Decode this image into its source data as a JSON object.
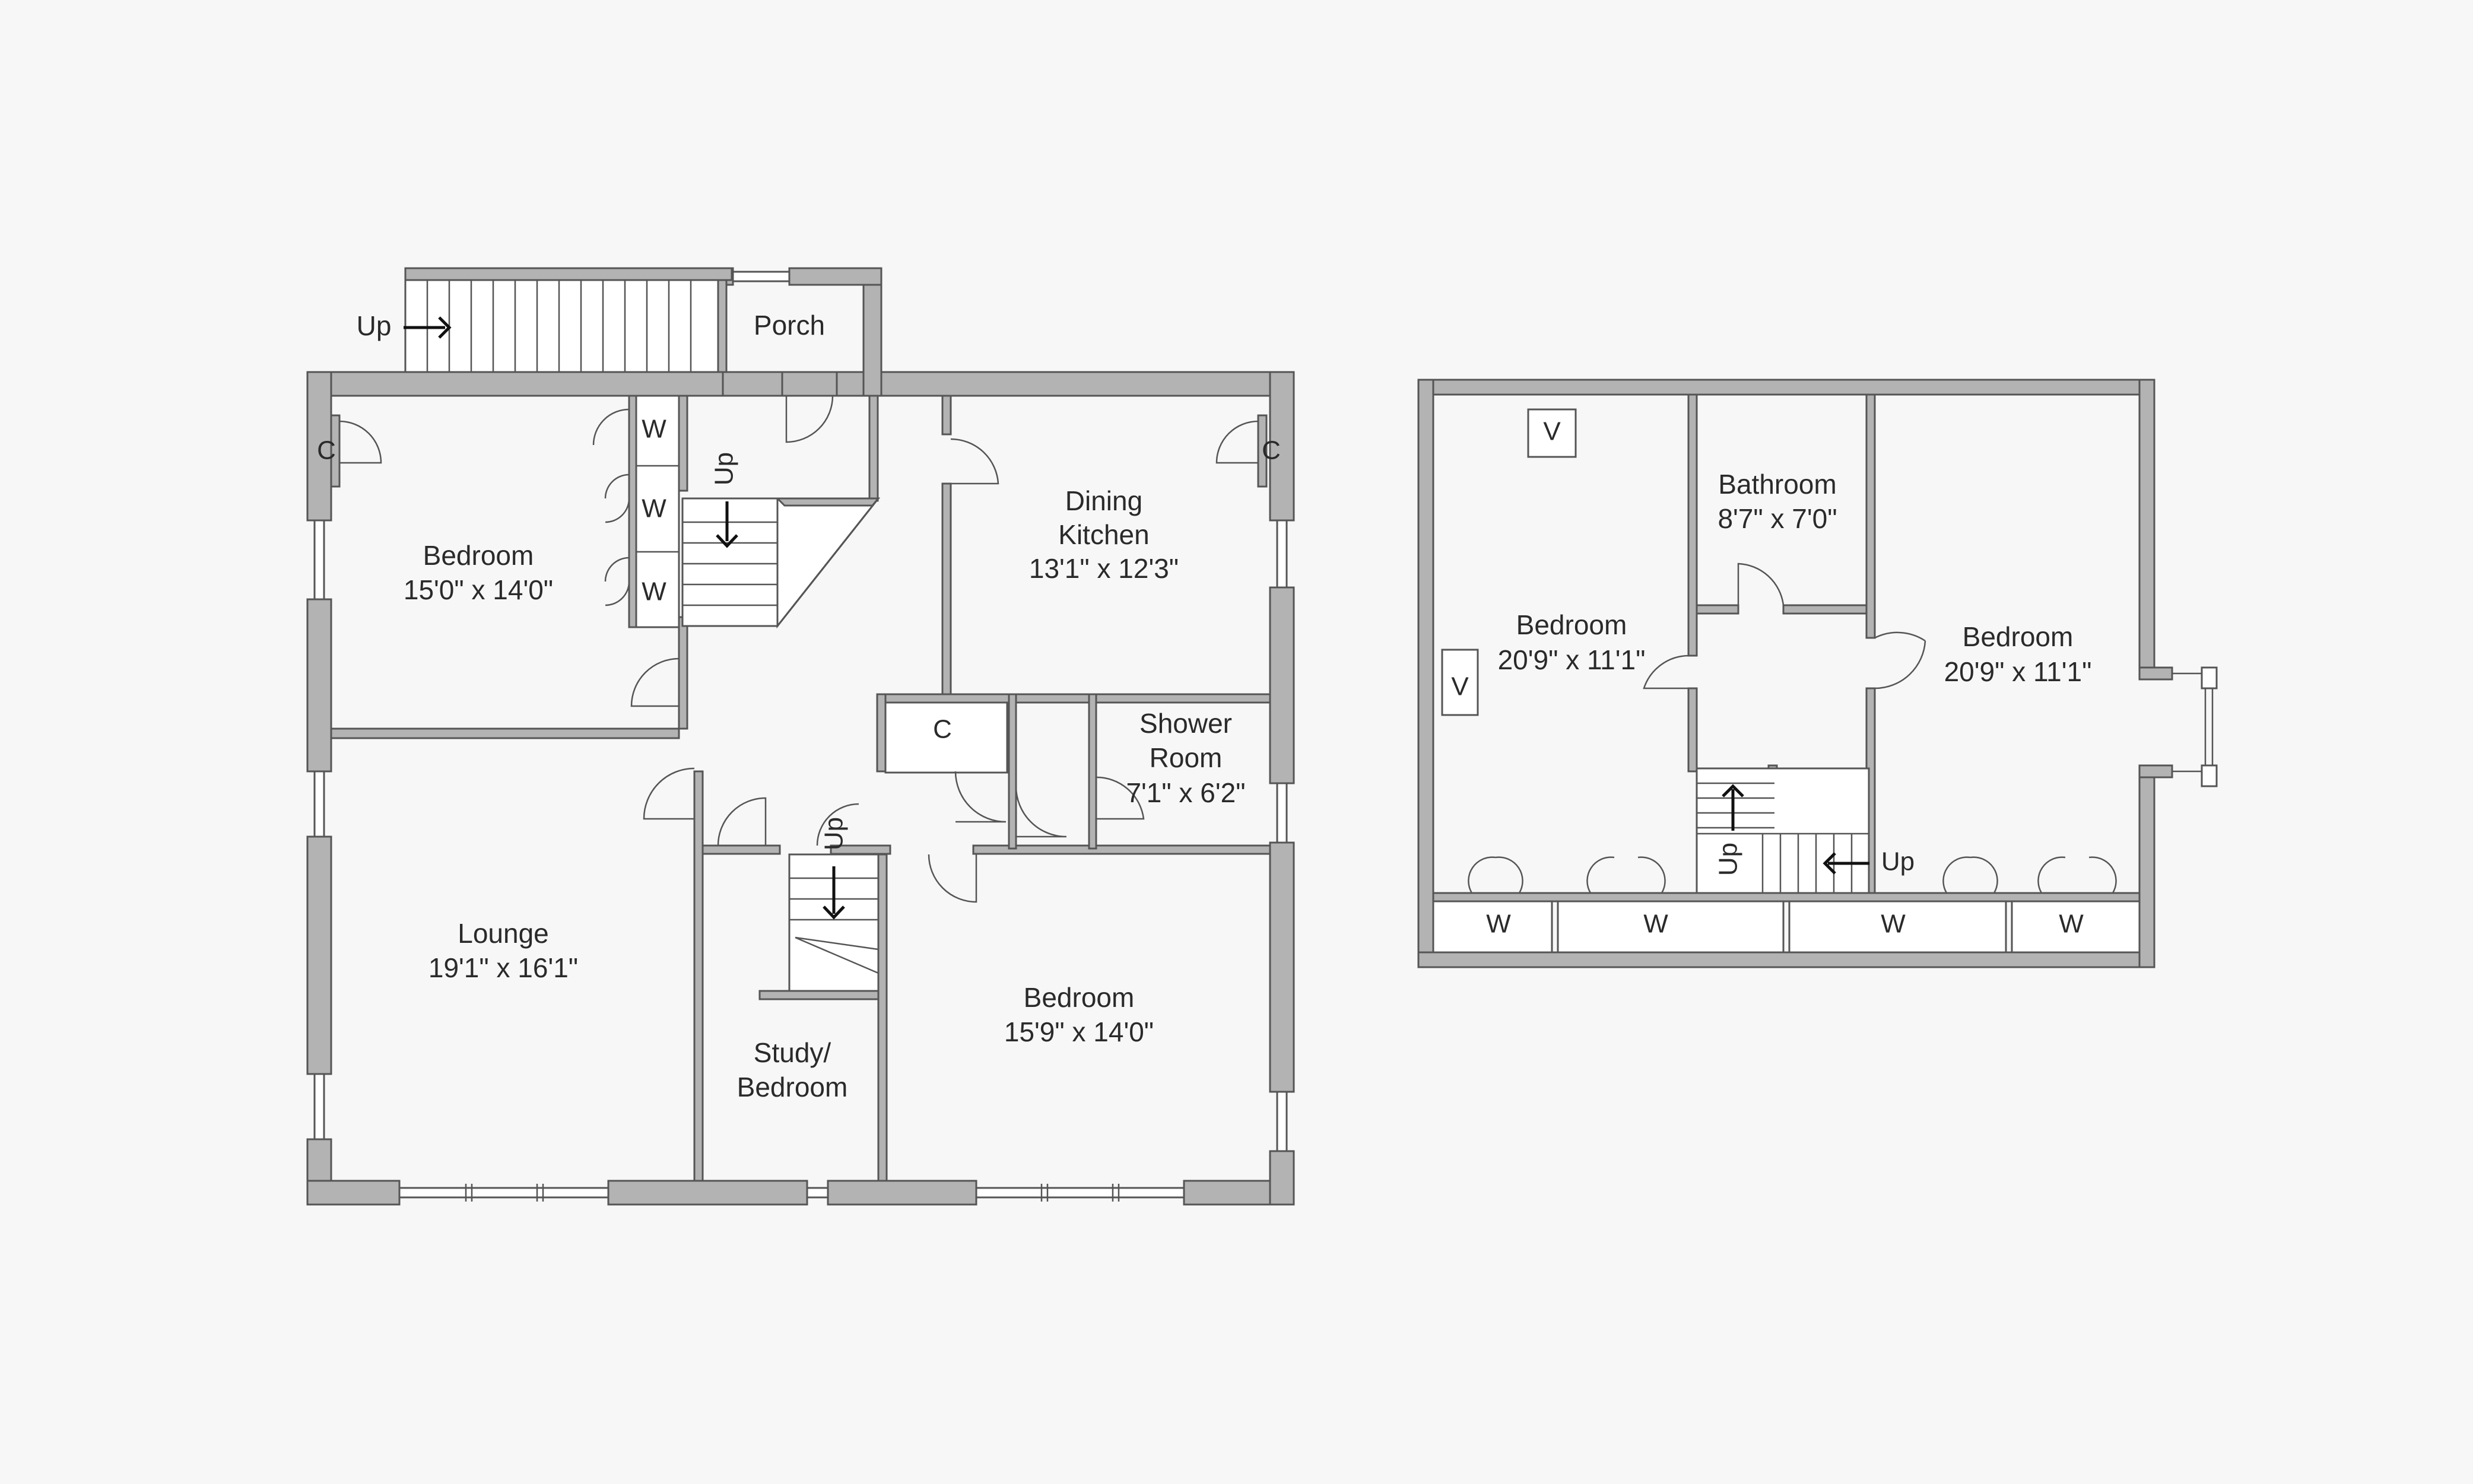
{
  "ground_floor": {
    "rooms": {
      "porch": {
        "name": "Porch"
      },
      "bedroom_nw": {
        "name": "Bedroom",
        "size": "15'0\" x 14'0\""
      },
      "dining_kitchen": {
        "name1": "Dining",
        "name2": "Kitchen",
        "size": "13'1\" x 12'3\""
      },
      "shower_room": {
        "name1": "Shower",
        "name2": "Room",
        "size": "7'1\" x 6'2\""
      },
      "lounge": {
        "name": "Lounge",
        "size": "19'1\" x 16'1\""
      },
      "study": {
        "name1": "Study/",
        "name2": "Bedroom"
      },
      "bedroom_se": {
        "name": "Bedroom",
        "size": "15'9\" x 14'0\""
      }
    },
    "labels": {
      "cupboard": "C",
      "wardrobe": "W",
      "up": "Up"
    }
  },
  "first_floor": {
    "rooms": {
      "bedroom_w": {
        "name": "Bedroom",
        "size": "20'9\" x 11'1\""
      },
      "bathroom": {
        "name": "Bathroom",
        "size": "8'7\" x 7'0\""
      },
      "bedroom_e": {
        "name": "Bedroom",
        "size": "20'9\" x 11'1\""
      }
    },
    "labels": {
      "wardrobe": "W",
      "void": "V",
      "up": "Up"
    }
  }
}
